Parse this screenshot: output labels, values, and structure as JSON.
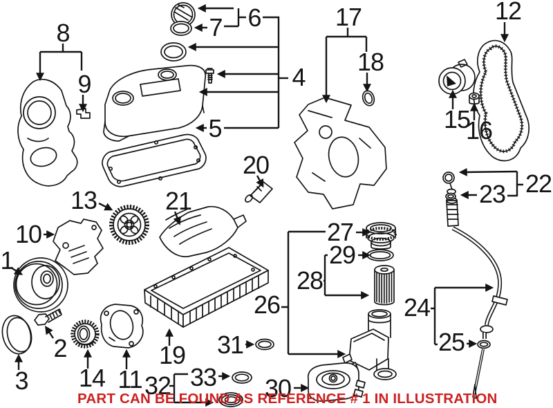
{
  "figure": {
    "type": "exploded-parts-diagram",
    "subject": "engine components illustration"
  },
  "caption": {
    "text": "PART CAN BE FOUND AS REFERENCE # 1 IN ILLUSTRATION"
  },
  "colors": {
    "line": "#141414",
    "caption_red": "#cc2020",
    "background": "#ffffff"
  },
  "callouts": [
    {
      "number": "1"
    },
    {
      "number": "2"
    },
    {
      "number": "3"
    },
    {
      "number": "4"
    },
    {
      "number": "5"
    },
    {
      "number": "6"
    },
    {
      "number": "7"
    },
    {
      "number": "8"
    },
    {
      "number": "9"
    },
    {
      "number": "10"
    },
    {
      "number": "11"
    },
    {
      "number": "12"
    },
    {
      "number": "13"
    },
    {
      "number": "14"
    },
    {
      "number": "15"
    },
    {
      "number": "16"
    },
    {
      "number": "17"
    },
    {
      "number": "18"
    },
    {
      "number": "19"
    },
    {
      "number": "20"
    },
    {
      "number": "21"
    },
    {
      "number": "22"
    },
    {
      "number": "23"
    },
    {
      "number": "24"
    },
    {
      "number": "25"
    },
    {
      "number": "26"
    },
    {
      "number": "27"
    },
    {
      "number": "28"
    },
    {
      "number": "29"
    },
    {
      "number": "30"
    },
    {
      "number": "31"
    },
    {
      "number": "32"
    },
    {
      "number": "33"
    }
  ]
}
